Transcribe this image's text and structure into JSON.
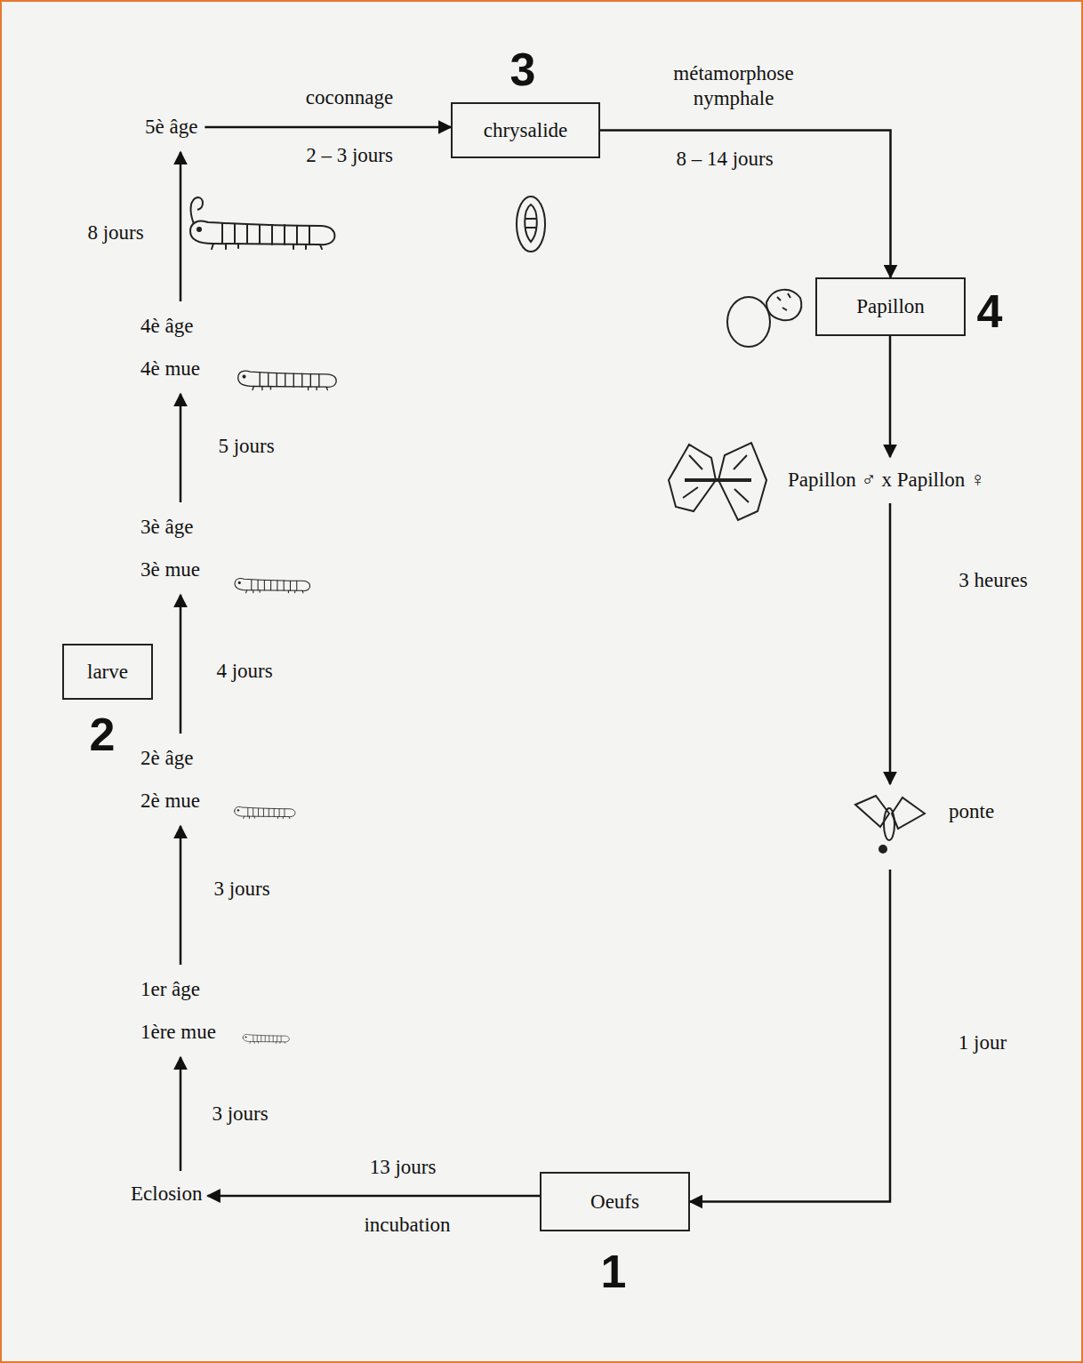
{
  "diagram": {
    "nodes": [
      {
        "text": [
          "5è âge"
        ]
      },
      {
        "text": [
          "chrysalide"
        ]
      },
      {
        "text": [
          "Papillon"
        ]
      },
      {
        "text": [
          "Papillon ♂ x Papillon ♀"
        ]
      },
      {
        "text": [
          "ponte"
        ]
      },
      {
        "text": [
          "Oeufs"
        ]
      },
      {
        "text": [
          "Eclosion"
        ]
      },
      {
        "text": [
          "1er âge",
          "1ère mue"
        ]
      },
      {
        "text": [
          "2è âge",
          "2è mue"
        ]
      },
      {
        "text": [
          "3è âge",
          "3è mue"
        ]
      },
      {
        "text": [
          "4è âge",
          "4è mue"
        ]
      },
      {
        "text": [
          "larve"
        ]
      }
    ],
    "edges": [
      {
        "from": 0,
        "to": 1,
        "arrow": "to",
        "label": "coconnage"
      },
      {
        "from": 1,
        "to": 2,
        "arrow": "to",
        "label": "8 – 14 jours"
      },
      {
        "from": 2,
        "to": 3,
        "arrow": "to"
      },
      {
        "from": 3,
        "to": 4,
        "arrow": "to",
        "label": "3 heures"
      },
      {
        "from": 4,
        "to": 5,
        "arrow": "to",
        "label": "1 jour"
      },
      {
        "from": 5,
        "to": 6,
        "arrow": "to",
        "label": "13 jours"
      },
      {
        "from": 6,
        "to": 7,
        "arrow": "to",
        "label": "3 jours"
      },
      {
        "from": 7,
        "to": 8,
        "arrow": "to",
        "label": "3 jours"
      },
      {
        "from": 8,
        "to": 9,
        "arrow": "to",
        "label": "4 jours"
      },
      {
        "from": 9,
        "to": 10,
        "arrow": "to",
        "label": "5 jours"
      },
      {
        "from": 10,
        "to": 0,
        "arrow": "to",
        "label": "8 jours"
      }
    ],
    "labels": [
      "3",
      "métamorphose nymphale",
      "2 – 3 jours",
      "4",
      "2",
      "incubation",
      "1"
    ]
  }
}
